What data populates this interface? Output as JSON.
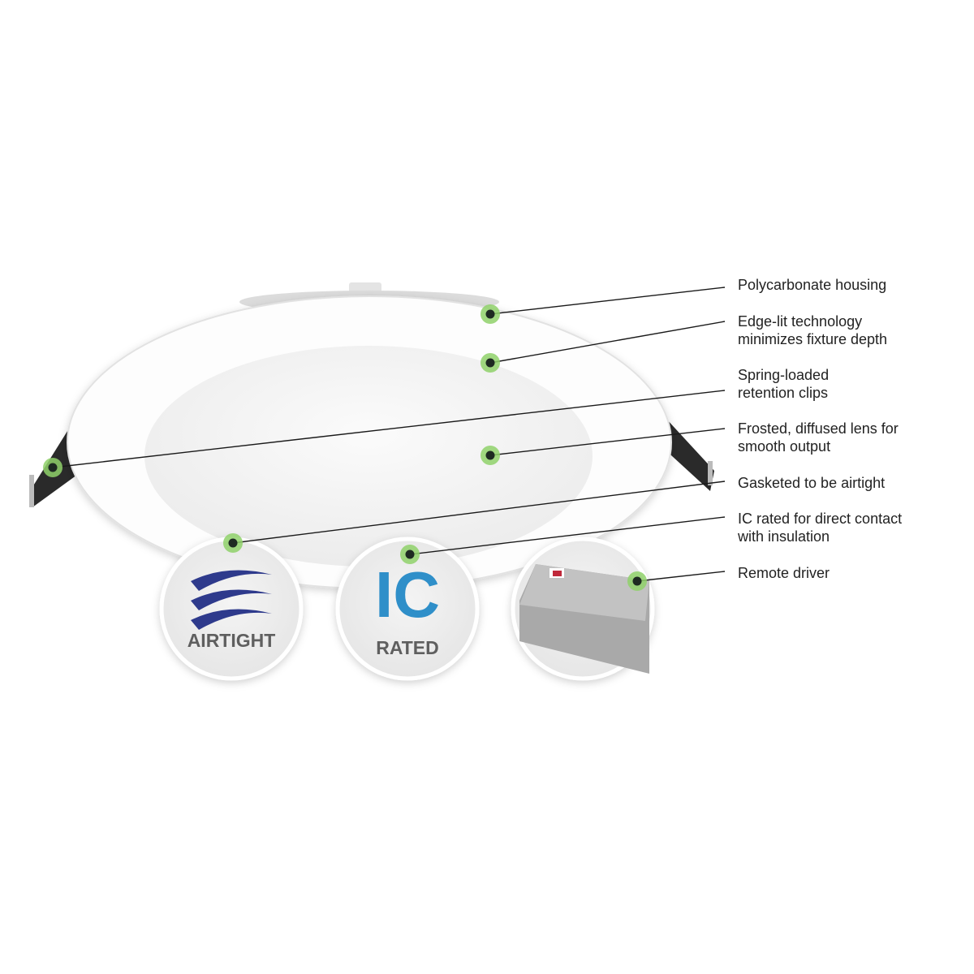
{
  "callouts": [
    {
      "lines": [
        "Polycarbonate housing"
      ]
    },
    {
      "lines": [
        "Edge-lit technology",
        "minimizes fixture depth"
      ]
    },
    {
      "lines": [
        "Spring-loaded",
        "retention clips"
      ]
    },
    {
      "lines": [
        "Frosted, diffused lens for",
        "smooth output"
      ]
    },
    {
      "lines": [
        "Gasketed to be airtight"
      ]
    },
    {
      "lines": [
        "IC rated for direct contact",
        "with insulation"
      ]
    },
    {
      "lines": [
        "Remote driver"
      ]
    }
  ],
  "badges": {
    "airtight": {
      "label": "AIRTIGHT",
      "icon": "waves-icon",
      "color": "#2e3a8c"
    },
    "ic": {
      "big": "IC",
      "label": "RATED",
      "color": "#2f8fc9"
    },
    "driver": {
      "icon": "remote-driver-image"
    }
  },
  "colors": {
    "dot_ring": "#8fd16a",
    "dot_core": "#1e2a22",
    "text": "#222222",
    "badge_text": "#5f5f5f"
  }
}
